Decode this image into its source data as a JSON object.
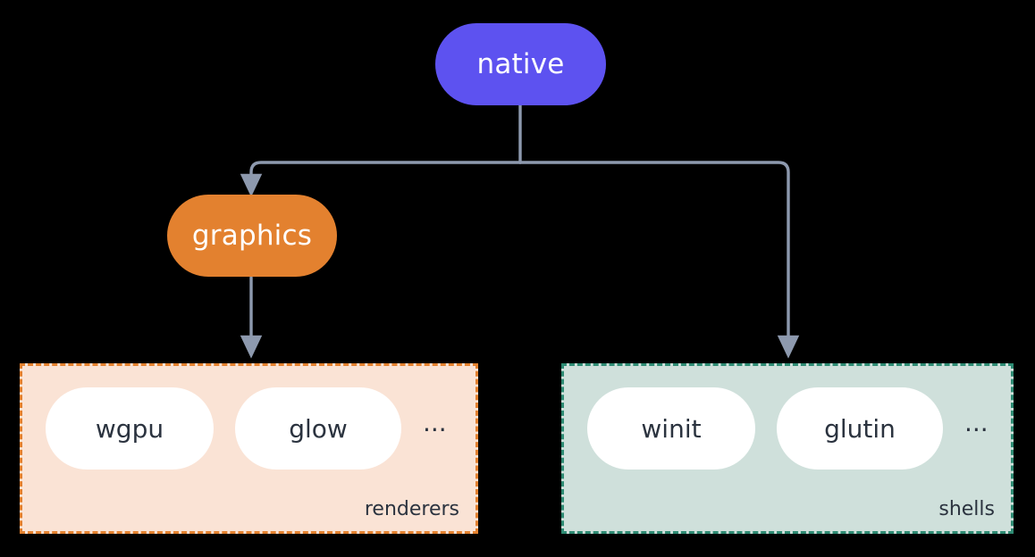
{
  "diagram": {
    "title": "native",
    "background_color": "#000000",
    "edge_color": "#8D99AE",
    "nodes": {
      "native": {
        "label": "native",
        "color": "#5D52F0",
        "text_color": "#ffffff"
      },
      "graphics": {
        "label": "graphics",
        "color": "#E3812F",
        "text_color": "#ffffff"
      }
    },
    "groups": [
      {
        "id": "renderers",
        "label": "renderers",
        "fill_color": "#FAE3D5",
        "border_color": "#E3812F",
        "items": [
          {
            "label": "wgpu"
          },
          {
            "label": "glow"
          }
        ],
        "overflow": "..."
      },
      {
        "id": "shells",
        "label": "shells",
        "fill_color": "#CFE0DB",
        "border_color": "#2E8B73",
        "items": [
          {
            "label": "winit"
          },
          {
            "label": "glutin"
          }
        ],
        "overflow": "..."
      }
    ],
    "edges": [
      {
        "from": "native",
        "to": "graphics"
      },
      {
        "from": "native",
        "to": "shells"
      },
      {
        "from": "graphics",
        "to": "renderers"
      }
    ]
  }
}
